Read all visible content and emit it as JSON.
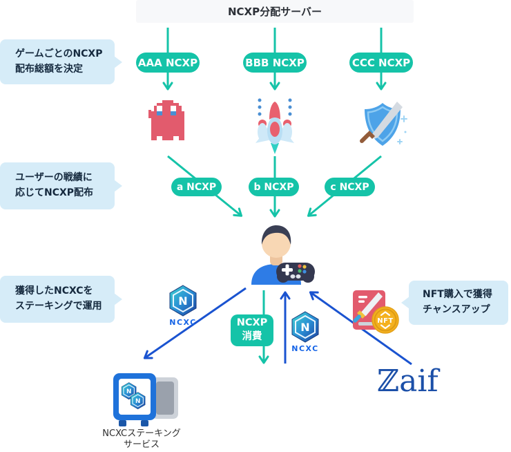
{
  "header": {
    "title": "NCXP分配サーバー"
  },
  "bubbles": {
    "step1": {
      "line1": "ゲームごとのNCXP",
      "line2": "配布総額を決定"
    },
    "step2": {
      "line1": "ユーザーの戦績に",
      "line2": "応じてNCXP配布"
    },
    "step3": {
      "line1": "獲得したNCXCを",
      "line2": "ステーキングで運用"
    },
    "nft": {
      "line1": "NFT購入で獲得",
      "line2": "チャンスアップ"
    }
  },
  "allocation_pills": [
    "AAA NCXP",
    "BBB NCXP",
    "CCC NCXP"
  ],
  "reward_pills": [
    "a NCXP",
    "b NCXP",
    "c NCXP"
  ],
  "consume_box": {
    "line1": "NCXP",
    "line2": "消費"
  },
  "coins": {
    "left": "NCXC",
    "right": "NCXC",
    "letter": "N"
  },
  "nft_badge": "NFT",
  "staking_label": {
    "line1": "NCXCステーキング",
    "line2": "サービス"
  },
  "zaif": {
    "logo_text": "ℤaif"
  },
  "icon_names": {
    "game1": "pixel-ghost-game-icon",
    "game2": "spaceship-game-icon",
    "game3": "shield-sword-game-icon",
    "player": "gamer-with-controller-icon",
    "coin": "ncxc-coin-icon",
    "safe": "staking-safe-icon",
    "nft": "nft-purchase-icon"
  },
  "colors": {
    "teal": "#15c3a8",
    "blue": "#1a53d0",
    "bubble_bg": "#d6ecf8",
    "bubble_text": "#15293e",
    "header_bg": "#f7f8fa",
    "zaif_navy": "#1b4fa8",
    "ncxc_label": "#1463e6"
  }
}
